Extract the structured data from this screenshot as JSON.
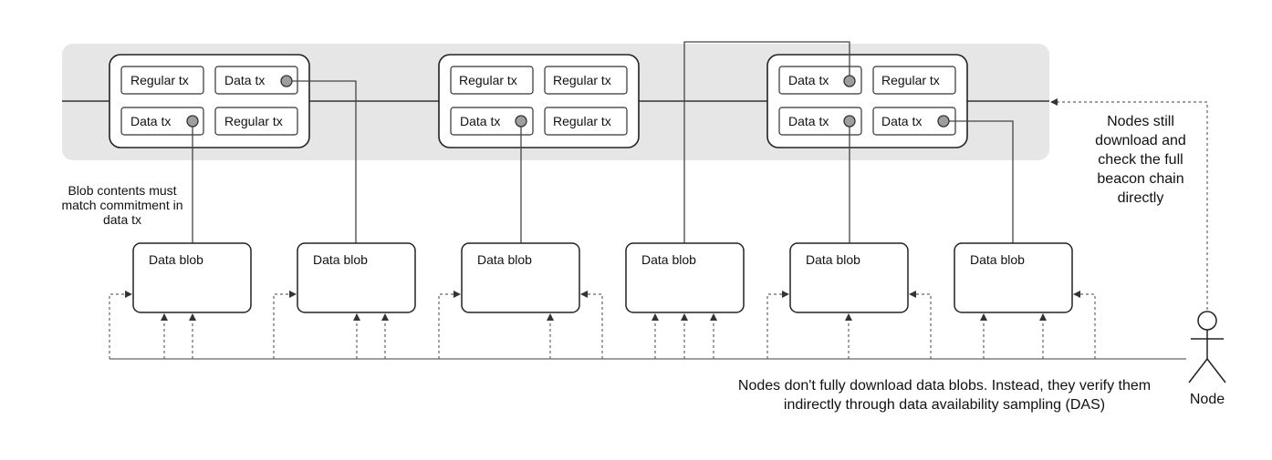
{
  "blocks": [
    {
      "txs": [
        "Regular tx",
        "Data tx",
        "Data tx",
        "Regular tx"
      ]
    },
    {
      "txs": [
        "Regular tx",
        "Regular tx",
        "Data tx",
        "Regular tx"
      ]
    },
    {
      "txs": [
        "Data tx",
        "Regular tx",
        "Data tx",
        "Data tx"
      ]
    }
  ],
  "blobs": [
    "Data blob",
    "Data blob",
    "Data blob",
    "Data blob",
    "Data blob",
    "Data blob"
  ],
  "notes": {
    "beacon_chain": "Nodes still download and check the full beacon chain directly",
    "commitment": "Blob contents must match commitment in data tx",
    "das": "Nodes don't fully download data blobs. Instead, they verify them indirectly through data availability sampling (DAS)"
  },
  "node_label": "Node",
  "colors": {
    "band": "#e6e6e6",
    "stroke": "#333333",
    "dot": "#9e9e9e"
  }
}
